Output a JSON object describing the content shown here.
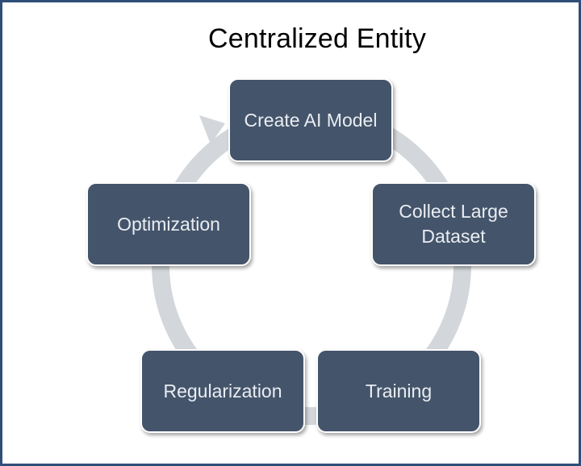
{
  "title": "Centralized Entity",
  "steps": [
    {
      "label": "Create AI Model"
    },
    {
      "label": "Collect Large Dataset"
    },
    {
      "label": "Training"
    },
    {
      "label": "Regularization"
    },
    {
      "label": "Optimization"
    }
  ],
  "colors": {
    "node_fill": "#44546a",
    "node_text": "#e9edf2",
    "ring": "#d3d7db",
    "frame_border": "#2f4f7a"
  }
}
